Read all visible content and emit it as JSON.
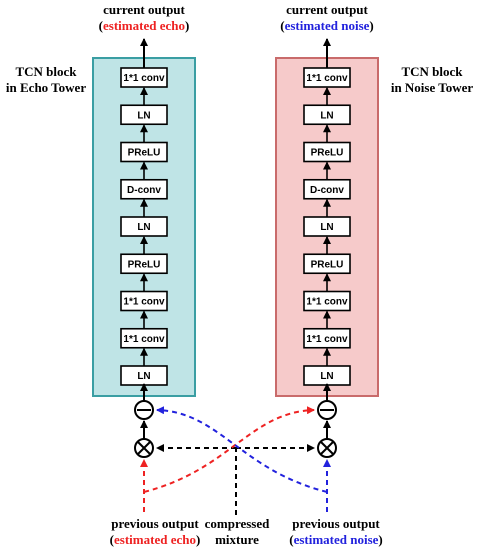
{
  "colors": {
    "echo_tower_fill": "#bfe4e6",
    "echo_tower_border": "#3a9ea3",
    "noise_tower_fill": "#f6caca",
    "noise_tower_border": "#c96b6b",
    "echo_red": "#ee2222",
    "noise_blue": "#2222dd",
    "mixture_black": "#000000"
  },
  "echo_tower": {
    "block_label_line1": "TCN block",
    "block_label_line2": "in Echo Tower",
    "output_line1": "current output",
    "output_paren_open": "(",
    "output_colored": "estimated echo",
    "output_paren_close": ")",
    "layers": [
      "1*1 conv",
      "LN",
      "PReLU",
      "D-conv",
      "LN",
      "PReLU",
      "1*1 conv",
      "1*1 conv",
      "LN"
    ]
  },
  "noise_tower": {
    "block_label_line1": "TCN block",
    "block_label_line2": "in Noise Tower",
    "output_line1": "current output",
    "output_paren_open": "(",
    "output_colored": "estimated noise",
    "output_paren_close": ")",
    "layers": [
      "1*1 conv",
      "LN",
      "PReLU",
      "D-conv",
      "LN",
      "PReLU",
      "1*1 conv",
      "1*1 conv",
      "LN"
    ]
  },
  "inputs": {
    "previous_echo_line1": "previous output",
    "previous_echo_paren_open": "(",
    "previous_echo_colored": "estimated echo",
    "previous_echo_paren_close": ")",
    "mixture_line1": "compressed",
    "mixture_line2": "mixture",
    "previous_noise_line1": "previous output",
    "previous_noise_paren_open": "(",
    "previous_noise_colored": "estimated noise",
    "previous_noise_paren_close": ")"
  }
}
